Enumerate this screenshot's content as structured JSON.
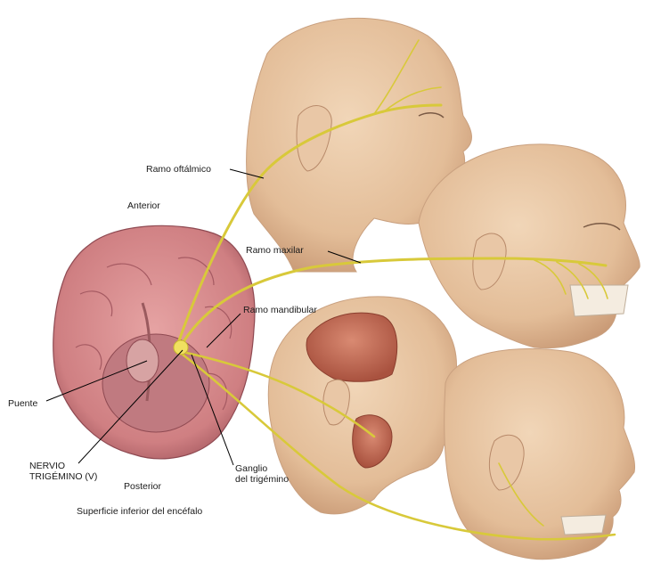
{
  "labels": {
    "ramo_oftalmico": "Ramo oftálmico",
    "anterior": "Anterior",
    "ramo_maxilar": "Ramo maxilar",
    "ramo_mandibular": "Ramo mandibular",
    "puente": "Puente",
    "nervio_trigemino": "NERVIO\nTRIGÉMINO (V)",
    "ganglio": "Ganglio\ndel trigémino",
    "posterior": "Posterior",
    "superficie": "Superficie inferior del encéfalo"
  },
  "colors": {
    "skin": "#e6c3a0",
    "skin_shadow": "#c99a76",
    "brain": "#d98c8c",
    "brain_dark": "#b86a6e",
    "nerve": "#d8c93a",
    "muscle": "#c7705a",
    "leader_line": "#000000"
  }
}
